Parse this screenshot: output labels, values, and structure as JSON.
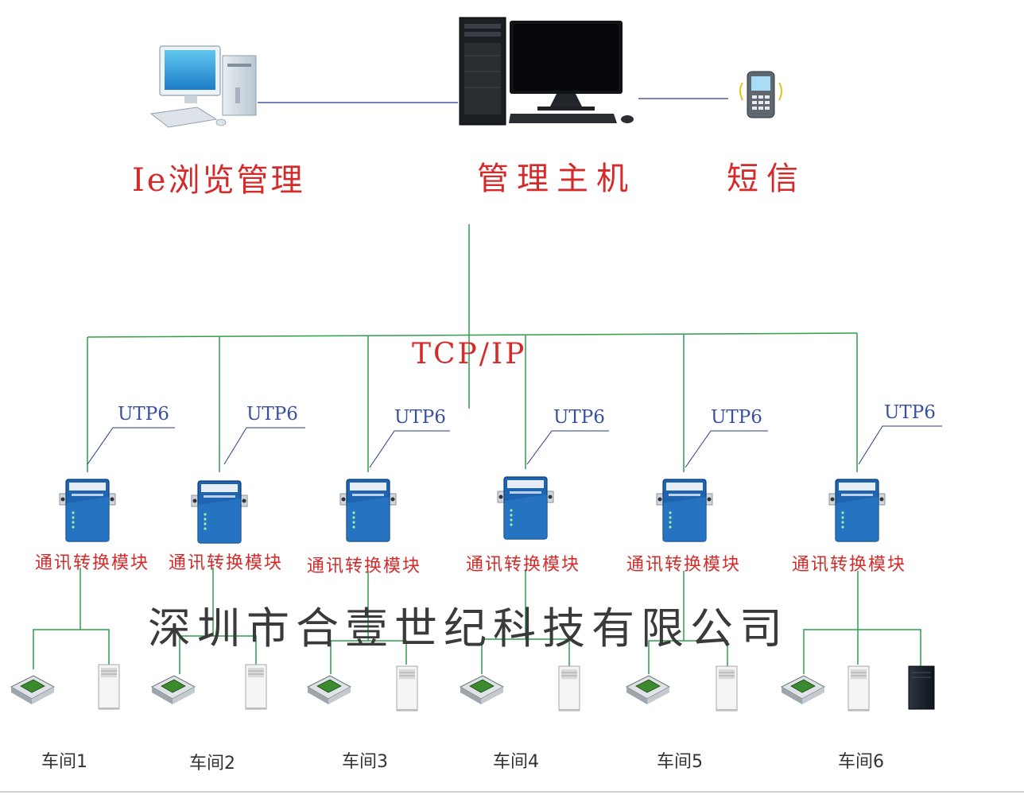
{
  "top": {
    "ie_label": "Ie浏览管理",
    "host_label": "管理主机",
    "sms_label": "短信"
  },
  "network": {
    "protocol": "TCP/IP",
    "cable": "UTP6"
  },
  "module_label": "通讯转换模块",
  "workshops": [
    "车间1",
    "车间2",
    "车间3",
    "车间4",
    "车间5",
    "车间6"
  ],
  "watermark": "深圳市合壹世纪科技有限公司",
  "colors": {
    "line_green": "#2e9e4f",
    "line_navy": "#2b3a8a",
    "label_red": "#d42a2a",
    "label_blue": "#3a4fa0",
    "module_blue": "#1f64b0"
  },
  "icons": {
    "ie_client": "desktop-computer-icon",
    "host": "server-workstation-icon",
    "sms": "mobile-phone-icon",
    "module": "serial-device-server-icon",
    "sensor": "temperature-sensor-icon",
    "ac_unit": "air-conditioner-icon",
    "ups": "ups-cabinet-icon"
  }
}
